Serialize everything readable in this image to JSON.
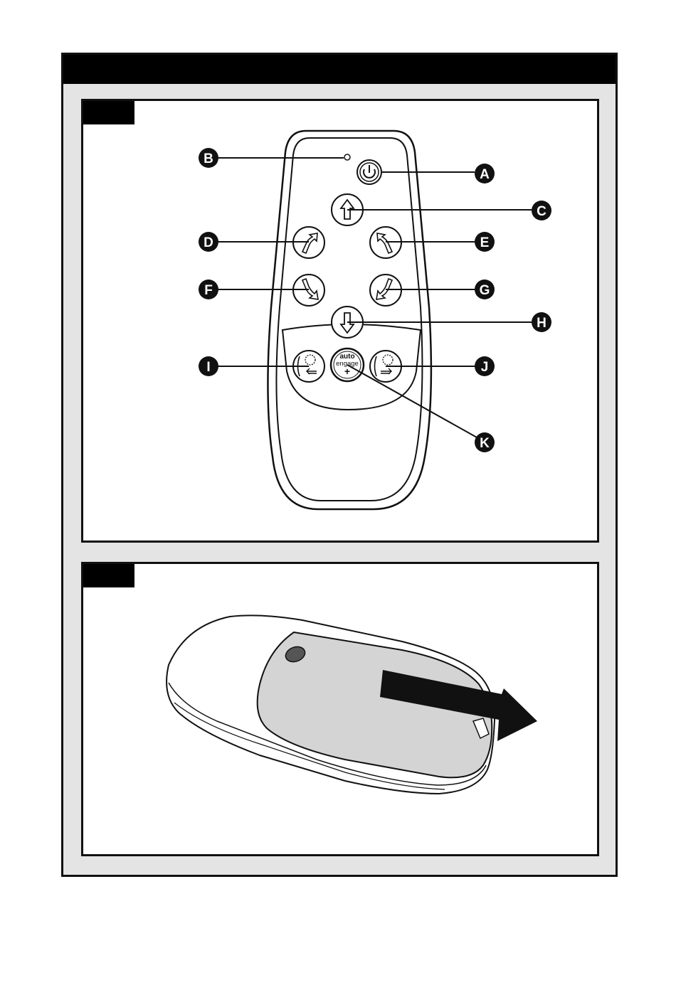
{
  "figure": {
    "panel1": {
      "callouts": [
        "A",
        "B",
        "C",
        "D",
        "E",
        "F",
        "G",
        "H",
        "I",
        "J",
        "K"
      ],
      "auto_button": {
        "line1": "auto",
        "line2": "engage",
        "line3": "+"
      }
    },
    "panel2": {
      "arrow": "slide-direction-arrow"
    }
  }
}
